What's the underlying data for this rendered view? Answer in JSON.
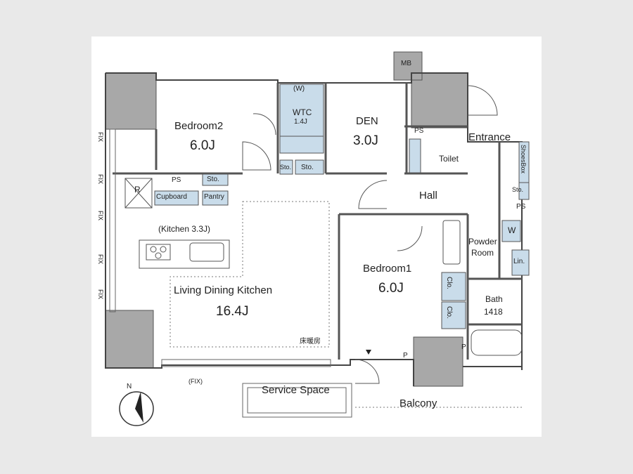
{
  "rooms": {
    "bedroom2": {
      "name": "Bedroom2",
      "size": "6.0J"
    },
    "den": {
      "name": "DEN",
      "size": "3.0J"
    },
    "bedroom1": {
      "name": "Bedroom1",
      "size": "6.0J"
    },
    "ldk": {
      "name": "Living Dining Kitchen",
      "size": "16.4J"
    },
    "kitchen_note": "(Kitchen 3.3J)",
    "wtc": {
      "name": "WTC",
      "size": "1.4J"
    },
    "bath": {
      "name": "Bath",
      "size": "1418"
    },
    "powder_room": {
      "line1": "Powder",
      "line2": "Room"
    },
    "entrance": "Entrance",
    "hall": "Hall",
    "toilet": "Toilet",
    "service_space": "Service Space",
    "balcony": "Balcony",
    "floor_heating": "床暖房"
  },
  "storage": {
    "w_top": "(W)",
    "sto_bedroom2": "Sto.",
    "sto_wtc_left": "Sto.",
    "sto_wtc_right": "Sto.",
    "cupboard": "Cupboard",
    "pantry": "Pantry",
    "ps_kitchen": "PS",
    "ps_toilet": "PS",
    "ps_entrance": "PS",
    "shoes_box": "ShoesBox",
    "sto_entrance": "Sto.",
    "w_powder": "W",
    "lin": "Lin.",
    "clo1": "Clo.",
    "clo2": "Clo.",
    "r": "R",
    "p1": "P",
    "p2": "P",
    "mb": "MB"
  },
  "windows": {
    "fix_labels": [
      "FIX",
      "FIX",
      "FIX",
      "FIX",
      "FIX"
    ],
    "fix_bottom": "(FIX)"
  },
  "compass": {
    "label": "N"
  },
  "colors": {
    "wall": "#9a9a9a",
    "wall_line": "#444444",
    "storage_fill": "#c9dcea",
    "dotted": "#777777"
  }
}
